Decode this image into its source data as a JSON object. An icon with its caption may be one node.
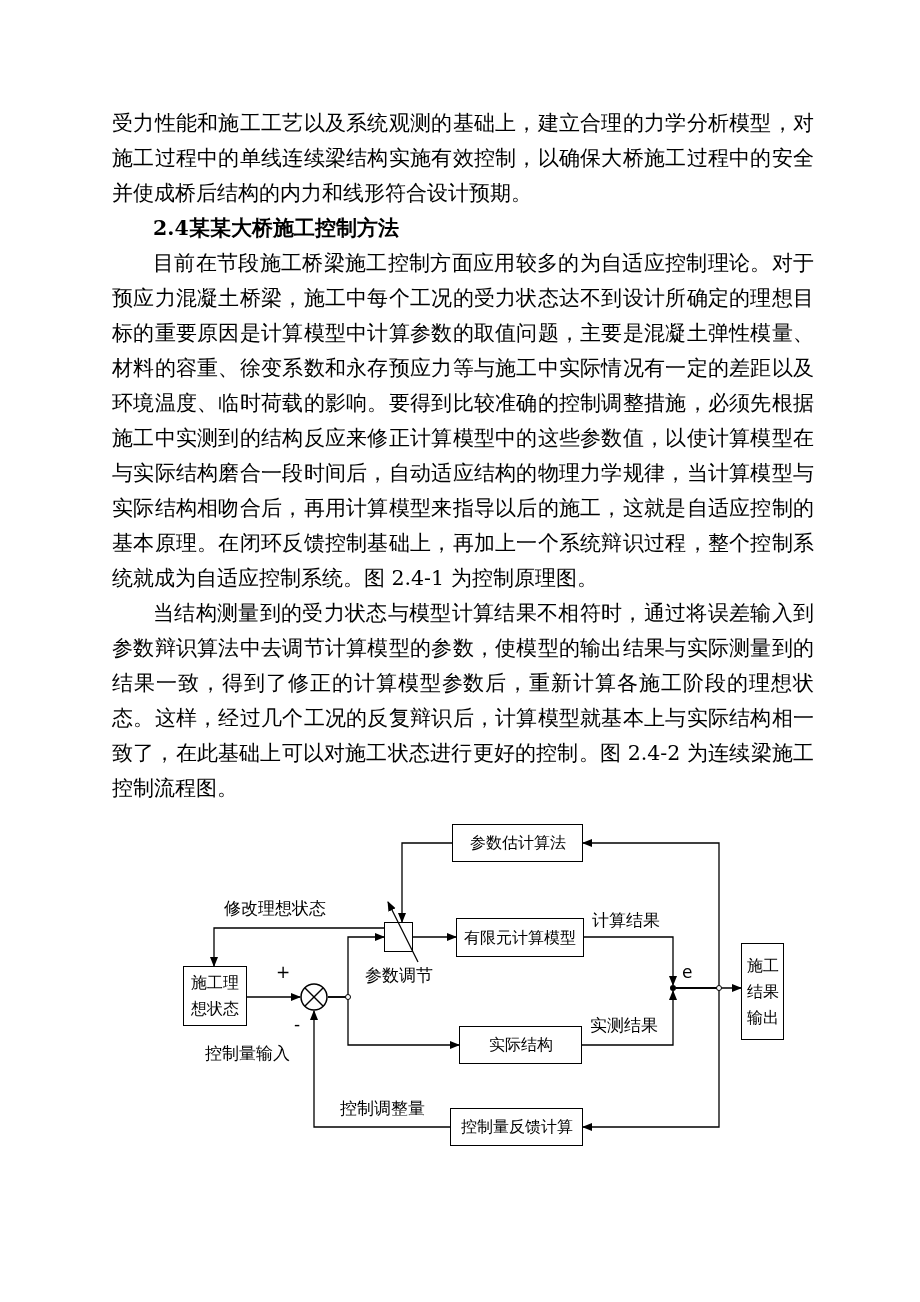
{
  "diagram": {
    "nodes": [
      {
        "text": [
          "施工理想状态"
        ]
      },
      {
        "text": [],
        "shape": "circle"
      },
      {
        "text": [],
        "shape": "box",
        "beside": [
          "参数调节"
        ]
      },
      {
        "text": [
          "有限元计算模型"
        ]
      },
      {
        "text": [
          "参数估计算法"
        ]
      },
      {
        "text": [
          "实际结构"
        ]
      },
      {
        "text": [
          "施工结果输出"
        ]
      },
      {
        "text": [
          "控制量反馈计算"
        ]
      },
      {
        "text": [],
        "shape": "dot",
        "beside": [
          "e"
        ]
      }
    ],
    "edges": [
      {
        "from": 0,
        "to": 1,
        "arrow": "to"
      },
      {
        "from": 1,
        "to": 2,
        "arrow": "to"
      },
      {
        "from": 1,
        "to": 5,
        "arrow": "to"
      },
      {
        "from": 2,
        "to": 3,
        "arrow": "to"
      },
      {
        "from": 4,
        "to": 2,
        "arrow": "to"
      },
      {
        "from": 2,
        "to": 0,
        "arrow": "to",
        "label": "修改理想状态"
      },
      {
        "from": 3,
        "to": 8,
        "arrow": "to",
        "label": "计算结果"
      },
      {
        "from": 5,
        "to": 8,
        "arrow": "to",
        "label": "实测结果"
      },
      {
        "from": 8,
        "to": 6,
        "arrow": "to"
      },
      {
        "from": 8,
        "to": 4,
        "arrow": "to"
      },
      {
        "from": 8,
        "to": 7,
        "arrow": "to"
      },
      {
        "from": 7,
        "to": 1,
        "arrow": "to",
        "label": "控制调整量"
      }
    ],
    "labels": [
      "受力性能和施工工艺以及系统观测的基础上，建立合理的力学分析模型，对施工过程中的单线连续梁结构实施有效控制，以确保大桥施工过程中的安全并使成桥后结构的内力和线形符合设计预期。",
      "2.4某某大桥施工控制方法",
      "目前在节段施工桥梁施工控制方面应用较多的为自适应控制理论。对于预应力混凝土桥梁，施工中每个工况的受力状态达不到设计所确定的理想目标的重要原因是计算模型中计算参数的取值问题，主要是混凝土弹性模量、材料的容重、徐变系数和永存预应力等与施工中实际情况有一定的差距以及环境温度、临时荷载的影响。要得到比较准确的控制调整措施，必须先根据施工中实测到的结构反应来修正计算模型中的这些参数值，以使计算模型在与实际结构磨合一段时间后，自动适应结构的物理力学规律，当计算模型与实际结构相吻合后，再用计算模型来指导以后的施工，这就是自适应控制的基本原理。在闭环反馈控制基础上，再加上一个系统辩识过程，整个控制系统就成为自适应控制系统。图 2.4-1 为控制原理图。",
      "当结构测量到的受力状态与模型计算结果不相符时，通过将误差输入到参数辩识算法中去调节计算模型的参数，使模型的输出结果与实际测量到的结果一致，得到了修正的计算模型参数后，重新计算各施工阶段的理想状态。这样，经过几个工况的反复辩识后，计算模型就基本上与实际结构相一致了，在此基础上可以对施工状态进行更好的控制。图 2.4-2 为连续梁施工控制流程图。",
      "+",
      "-",
      "控制量输入"
    ]
  }
}
